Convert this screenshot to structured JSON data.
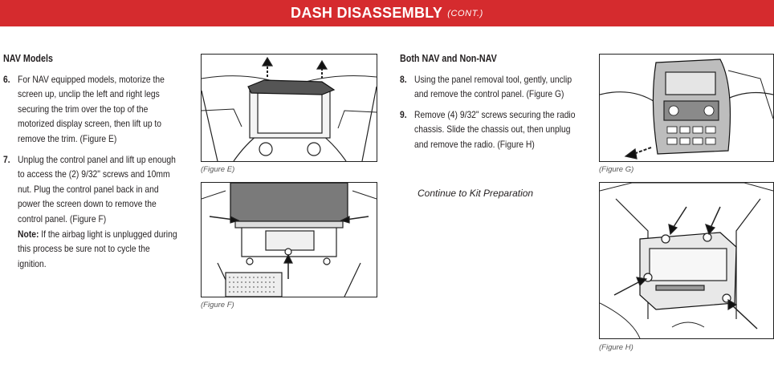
{
  "header": {
    "title": "DASH DISASSEMBLY",
    "subtitle": "(CONT.)"
  },
  "left": {
    "heading": "NAV Models",
    "steps": [
      {
        "num": "6.",
        "text": "For NAV equipped models, motorize the screen up, unclip the left and right legs securing the trim over the top of the motorized display screen, then lift up to remove the trim. (Figure E)"
      },
      {
        "num": "7.",
        "text": "Unplug the control panel and lift up enough to access the (2) 9/32\" screws and 10mm nut. Plug the control panel back in and power the screen down to remove the control panel. (Figure F)",
        "note_label": "Note:",
        "note_text": " If the airbag light is unplugged during this process be sure not to cycle the ignition."
      }
    ]
  },
  "right": {
    "heading": "Both NAV and Non-NAV",
    "steps": [
      {
        "num": "8.",
        "text": "Using the panel removal tool, gently, unclip and remove the control panel. (Figure G)"
      },
      {
        "num": "9.",
        "text": "Remove (4) 9/32\" screws securing the radio chassis. Slide the chassis out, then unplug and remove the radio. (Figure H)"
      }
    ],
    "continue_text": "Continue to Kit Preparation"
  },
  "figures": {
    "e": "(Figure E)",
    "f": "(Figure F)",
    "g": "(Figure G)",
    "h": "(Figure H)"
  }
}
